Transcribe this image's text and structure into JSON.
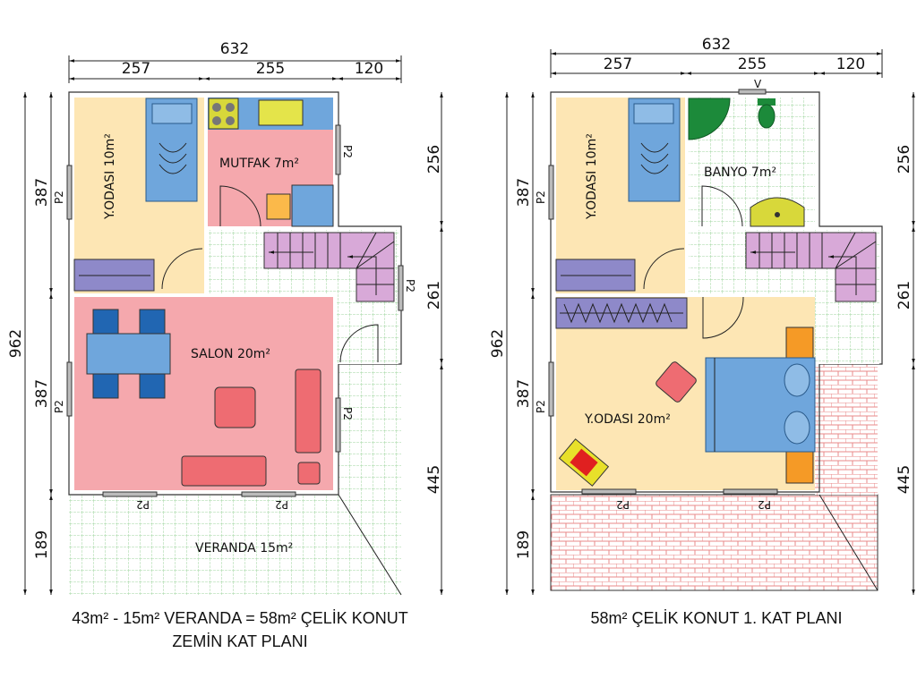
{
  "colors": {
    "bedroom": "#fde6b4",
    "living": "#f5a8ad",
    "furniture_blue": "#6fa6dc",
    "wardrobe": "#8e89c9",
    "stairs": "#d8a9d8",
    "tile": "#9fd59f",
    "brick": "#e98a8a",
    "sofa": "#ee6c72",
    "bath_green": "#1c8a3a",
    "sink_yellow": "#d8d83a",
    "nightstand": "#f59a26"
  },
  "ground_floor": {
    "dims": {
      "total_width": "632",
      "w1": "257",
      "w2": "255",
      "w3": "120",
      "total_height": "962",
      "h_left1": "387",
      "h_left2": "387",
      "h_left3": "189",
      "h_right1": "256",
      "h_right2": "261",
      "h_right3": "445"
    },
    "rooms": {
      "bedroom": "Y.ODASI 10m²",
      "kitchen": "MUTFAK 7m²",
      "living": "SALON 20m²",
      "veranda": "VERANDA 15m²"
    },
    "window_label": "P2",
    "caption_line1": "43m² - 15m² VERANDA = 58m² ÇELİK KONUT",
    "caption_line2": "ZEMİN KAT PLANI"
  },
  "first_floor": {
    "dims": {
      "total_width": "632",
      "w1": "257",
      "w2": "255",
      "w3": "120",
      "total_height": "962",
      "h_left1": "387",
      "h_left2": "387",
      "h_left3": "189",
      "h_right1": "256",
      "h_right2": "261",
      "h_right3": "445"
    },
    "rooms": {
      "bedroom_small": "Y.ODASI 10m²",
      "bath": "BANYO 7m²",
      "bedroom_large": "Y.ODASI 20m²"
    },
    "window_label": "P2",
    "vent_label": "V",
    "caption": "58m² ÇELİK KONUT 1. KAT PLANI"
  }
}
